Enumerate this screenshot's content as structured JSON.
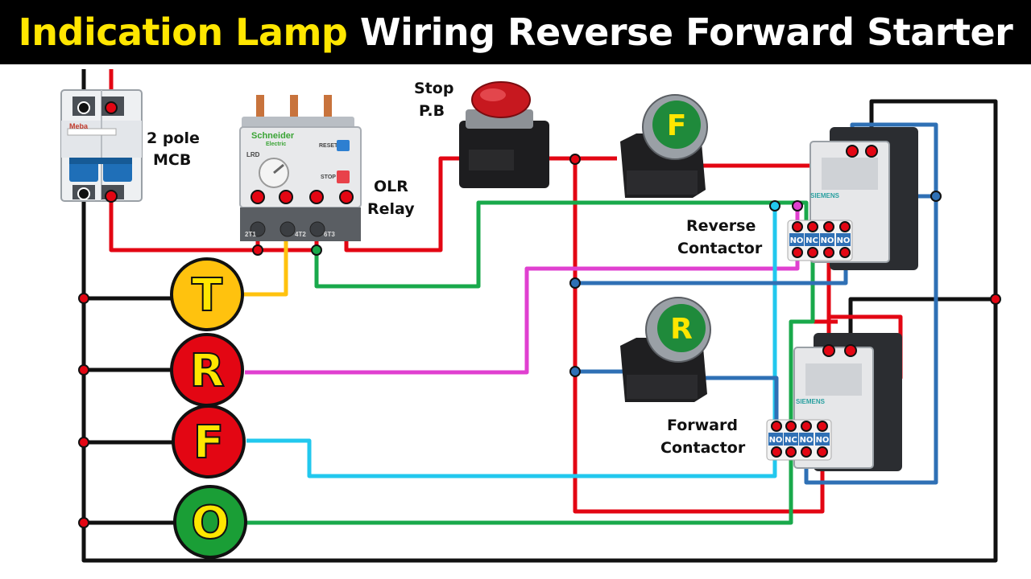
{
  "title": {
    "highlight": "Indication Lamp",
    "rest": "Wiring Reverse Forward Starter"
  },
  "labels": {
    "mcb_line1": "2 pole",
    "mcb_line2": "MCB",
    "olr_line1": "OLR",
    "olr_line2": "Relay",
    "stop_line1": "Stop",
    "stop_line2": "P.B",
    "reverse_line1": "Reverse",
    "reverse_line2": "Contactor",
    "forward_line1": "Forward",
    "forward_line2": "Contactor"
  },
  "device_text": {
    "mcb_brand": "Meba",
    "olr_brand_line1": "Schneider",
    "olr_brand_line2": "Electric",
    "olr_model": "LRD",
    "olr_reset": "RESET",
    "olr_stop": "STOP",
    "olr_t1": "2T1",
    "olr_t2": "4T2",
    "olr_t3": "6T3",
    "contactor_brand": "SIEMENS"
  },
  "push_buttons": {
    "forward": "F",
    "reverse": "R"
  },
  "contact_labels": {
    "no": "NO",
    "nc": "NC"
  },
  "lamps": [
    {
      "letter": "T",
      "fill": "#ffc20e",
      "text": "#ffe600"
    },
    {
      "letter": "R",
      "fill": "#e30613",
      "text": "#ffe600"
    },
    {
      "letter": "F",
      "fill": "#e30613",
      "text": "#ffe600"
    },
    {
      "letter": "O",
      "fill": "#1a9e36",
      "text": "#ffe600"
    }
  ],
  "colors": {
    "phase": "#e30613",
    "neutral": "#111111",
    "trip_lamp": "#ffc20e",
    "off_lamp": "#19a94b",
    "reverse_lamp": "#e040d0",
    "forward_lamp": "#22c8ee",
    "control": "#2f70b5",
    "banner_highlight": "#ffe600"
  }
}
